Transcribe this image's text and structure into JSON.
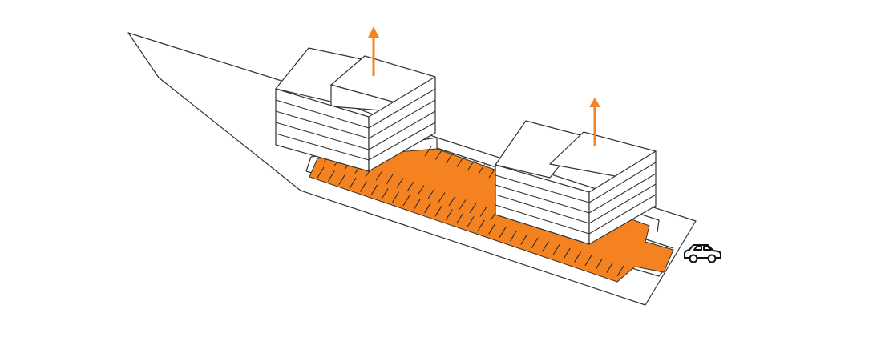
{
  "diagram": {
    "colors": {
      "line": "#333333",
      "accent": "#f58220",
      "background": "#ffffff"
    },
    "elements": {
      "site": "site-outline",
      "parking": "underground-parking",
      "buildings": [
        "building-left",
        "building-right"
      ],
      "arrows": [
        "up-arrow-left",
        "up-arrow-right"
      ],
      "vehicle": "car-icon"
    }
  }
}
